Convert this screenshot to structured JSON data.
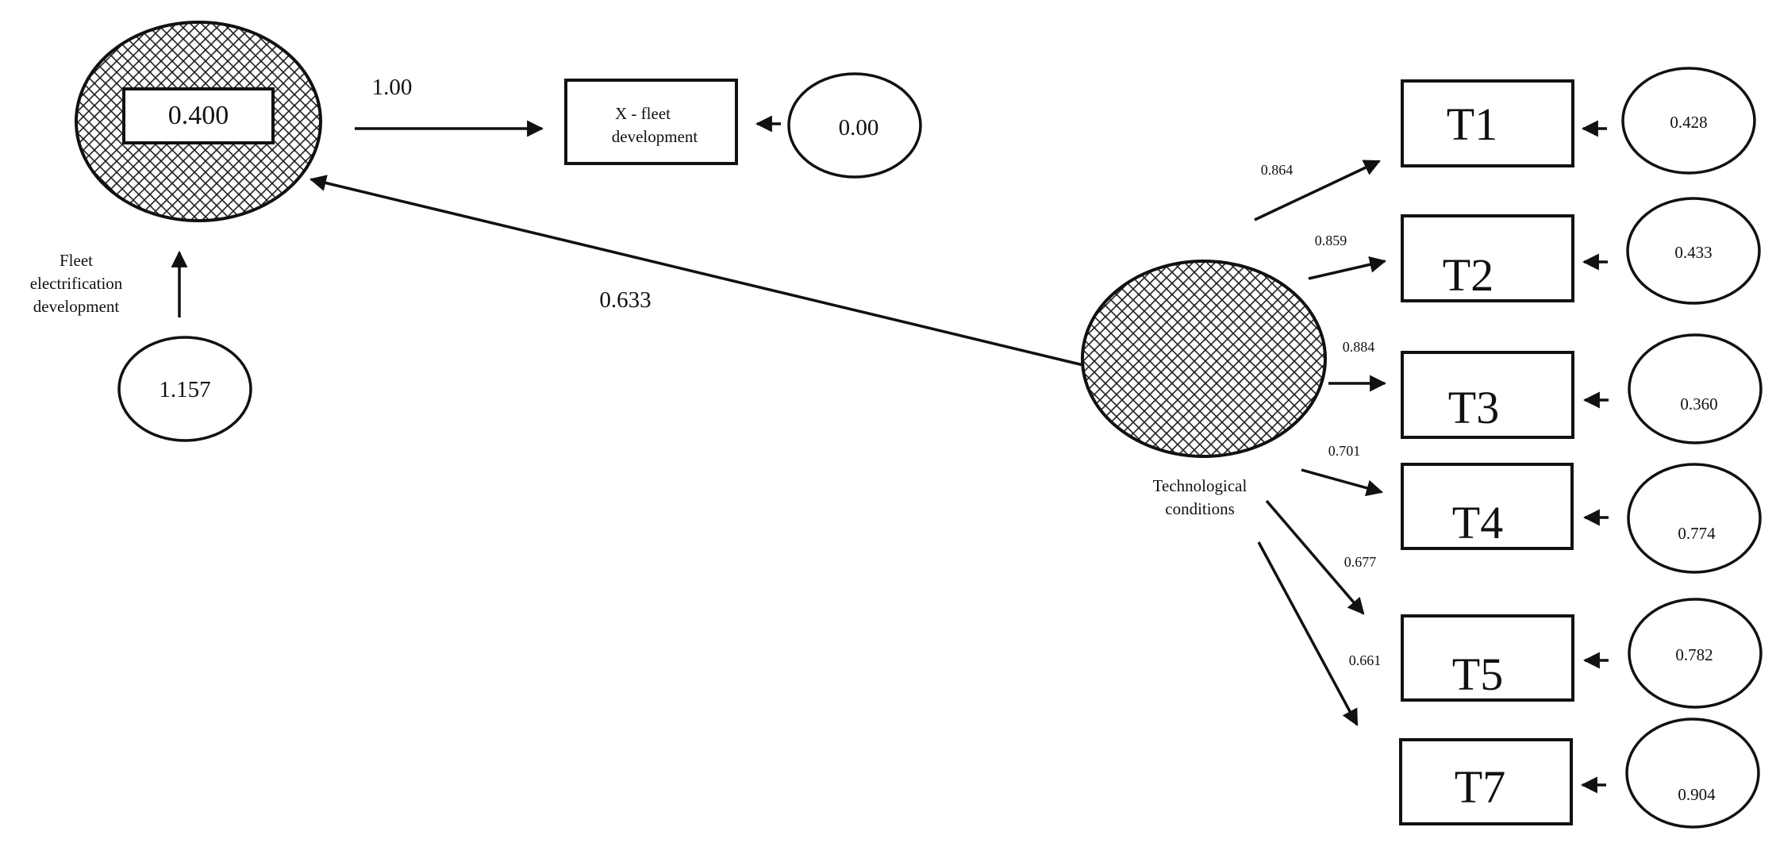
{
  "latent_outcome": {
    "value": "0.400",
    "label_lines": [
      "Fleet",
      "electrification",
      "development"
    ],
    "disturbance": "1.157"
  },
  "outcome_indicator": {
    "label_lines": [
      "X - fleet",
      "development"
    ],
    "loading": "1.00",
    "error": "0.00"
  },
  "structural_path": {
    "coefficient": "0.633"
  },
  "latent_predictor": {
    "label_lines": [
      "Technological",
      "conditions"
    ]
  },
  "indicators": [
    {
      "name": "T1",
      "loading": "0.864",
      "error": "0.428"
    },
    {
      "name": "T2",
      "loading": "0.859",
      "error": "0.433"
    },
    {
      "name": "T3",
      "loading": "0.884",
      "error": "0.360"
    },
    {
      "name": "T4",
      "loading": "0.701",
      "error": "0.774"
    },
    {
      "name": "T5",
      "loading": "0.677",
      "error": "0.782"
    },
    {
      "name": "T7",
      "loading": "0.661",
      "error": "0.904"
    }
  ]
}
